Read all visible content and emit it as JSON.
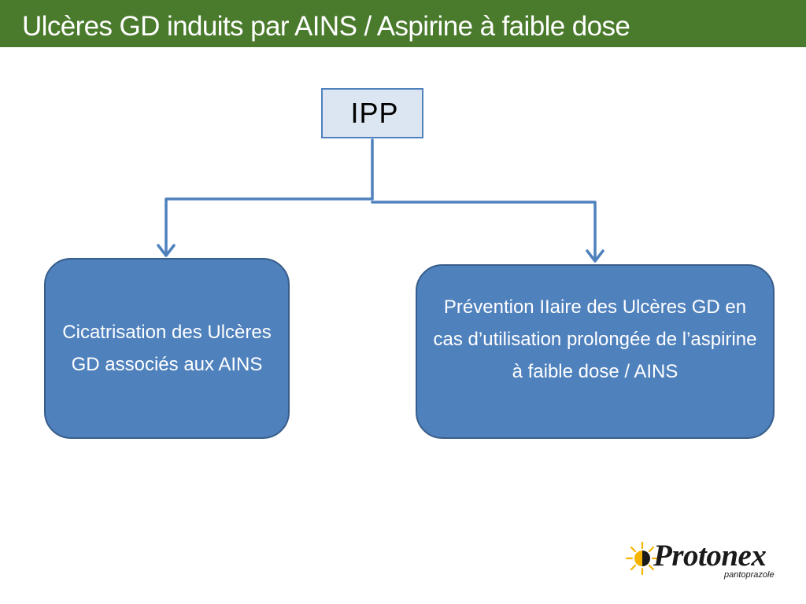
{
  "title": "Ulcères GD  induits par AINS / Aspirine à faible dose",
  "diagram": {
    "root": {
      "label": "IPP"
    },
    "branches": [
      {
        "label": "Cicatrisation des Ulcères GD associés aux AINS"
      },
      {
        "label": "Prévention IIaire des Ulcères GD en  cas  d’utilisation prolongée de l’aspirine à faible dose / AINS"
      }
    ]
  },
  "logo": {
    "name": "Protonex",
    "subtitle": "pantoprazole"
  },
  "colors": {
    "title_bar": "#4a7a2c",
    "node_fill": "#4f81bd",
    "node_border": "#385d8a",
    "root_fill": "#dce6f2",
    "connector": "#4f81bd",
    "logo_sun": "#f5b400"
  }
}
